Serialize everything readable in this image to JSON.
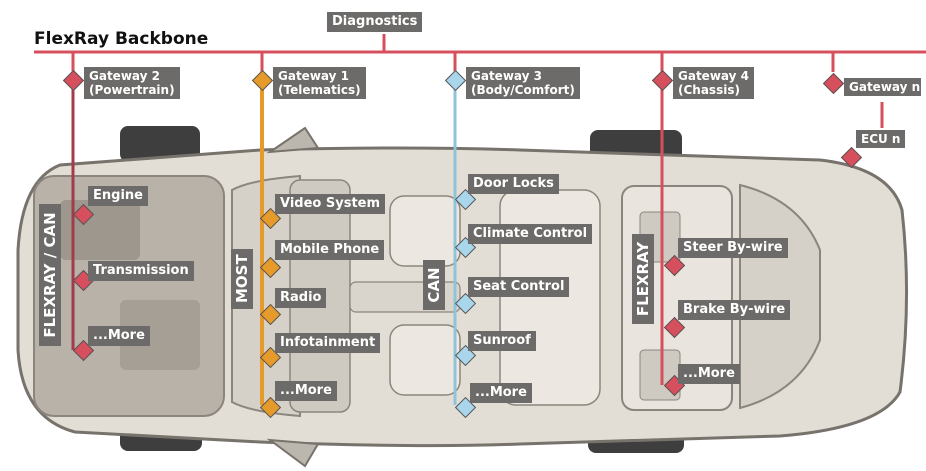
{
  "backbone": {
    "title": "FlexRay Backbone"
  },
  "diagnostics": {
    "label": "Diagnostics"
  },
  "gateways": [
    {
      "line1": "Gateway 2",
      "line2": "(Powertrain)"
    },
    {
      "line1": "Gateway 1",
      "line2": "(Telematics)"
    },
    {
      "line1": "Gateway 3",
      "line2": "(Body/Comfort)"
    },
    {
      "line1": "Gateway 4",
      "line2": "(Chassis)"
    },
    {
      "line1": "Gateway n",
      "line2": ""
    }
  ],
  "ecu_n": {
    "label": "ECU n"
  },
  "buses": {
    "powertrain": "FLEXRAY / CAN",
    "telematics": "MOST",
    "body": "CAN",
    "chassis": "FLEXRAY"
  },
  "powertrain_nodes": [
    "Engine",
    "Transmission",
    "...More"
  ],
  "telematics_nodes": [
    "Video System",
    "Mobile Phone",
    "Radio",
    "Infotainment",
    "...More"
  ],
  "body_nodes": [
    "Door Locks",
    "Climate Control",
    "Seat Control",
    "Sunroof",
    "...More"
  ],
  "chassis_nodes": [
    "Steer By-wire",
    "Brake By-wire",
    "...More"
  ],
  "colors": {
    "flexray": "#d64f5d",
    "most": "#e69a2a",
    "can": "#a9d6ea",
    "label_bg": "#6d6b69",
    "car_body": "#e2ddd5"
  }
}
